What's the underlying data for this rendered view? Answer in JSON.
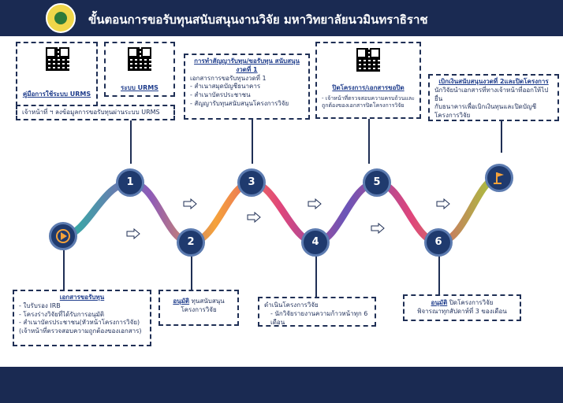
{
  "header": {
    "title": "ขั้นตอนการขอรับทุนสนับสนุนงานวิจัย มหาวิทยาลัยนวมินทราธิราช"
  },
  "top_boxes": {
    "urms_manual_label": "คู่มือการใช้ระบบ URMS",
    "urms_system_label": "ระบบ URMS",
    "urms_note": "เจ้าหน้าที่ ฯ ลงข้อมูลการขอรับทุนผ่านระบบ URMS",
    "contract_title": "การทำสัญญารับทุน/ขอรับทุน สนับสนุนงวดที่ 1",
    "contract_lines": [
      "เอกสารการขอรับทุนงวดที่ 1",
      "- สำเนาสมุดบัญชีธนาคาร",
      "- สำเนาบัตรประชาชน",
      "- สัญญารับทุนสนับสนุนโครงการวิจัย"
    ],
    "close_title": "ปิดโครงการ/เอกสารขอปิด",
    "close_lines": [
      "- เจ้าหน้าที่ตรวจสอบความครบถ้วนและ",
      "ถูกต้องของเอกสารปิดโครงการวิจัย"
    ],
    "final_title": "เบิกเงินสนับสนุนงวดที่ 2และปิดโครงการ",
    "final_lines": [
      "นักวิจัยนำเอกสารที่ทางเจ้าหน้าที่ออกให้ไปยื่น",
      "กับธนาคารเพื่อเบิกเงินทุนและปิดบัญชี",
      "โครงการวิจัย"
    ]
  },
  "bottom_boxes": {
    "docs_title": "เอกสารขอรับทุน",
    "docs_lines": [
      "- ใบรับรอง IRB",
      "- โครงร่างวิจัยที่ได้รับการอนุมัติ",
      "- สำเนาบัตรประชาชน(หัวหน้าโครงการวิจัย)",
      "(เจ้าหน้าที่ตรวจสอบความถูกต้องของเอกสาร)"
    ],
    "approve_label": "อนุมัติ",
    "approve_text": "ทุนสนับสนุน",
    "approve_text2": "โครงการวิจัย",
    "progress_title": "ดำเนินโครงการวิจัย",
    "progress_line": "- นักวิจัยรายงานความก้าวหน้าทุก 6 เดือน",
    "close_approve_label": "อนุมัติ",
    "close_approve_text": "ปิดโครงการวิจัย",
    "close_approve_line2": "พิจารณาทุกสัปดาห์ที่ 3 ของเดือน"
  },
  "steps": [
    "1",
    "2",
    "3",
    "4",
    "5",
    "6"
  ],
  "icons": {
    "start": "play-icon",
    "finish": "flag-icon",
    "arrow": "arrow-right-icon"
  },
  "colors": {
    "navy": "#1a2a52",
    "teal": "#2bb3a3",
    "purple": "#8e5bb8",
    "pink": "#e0457b",
    "orange": "#f5a23a",
    "lime": "#a6c93a"
  }
}
